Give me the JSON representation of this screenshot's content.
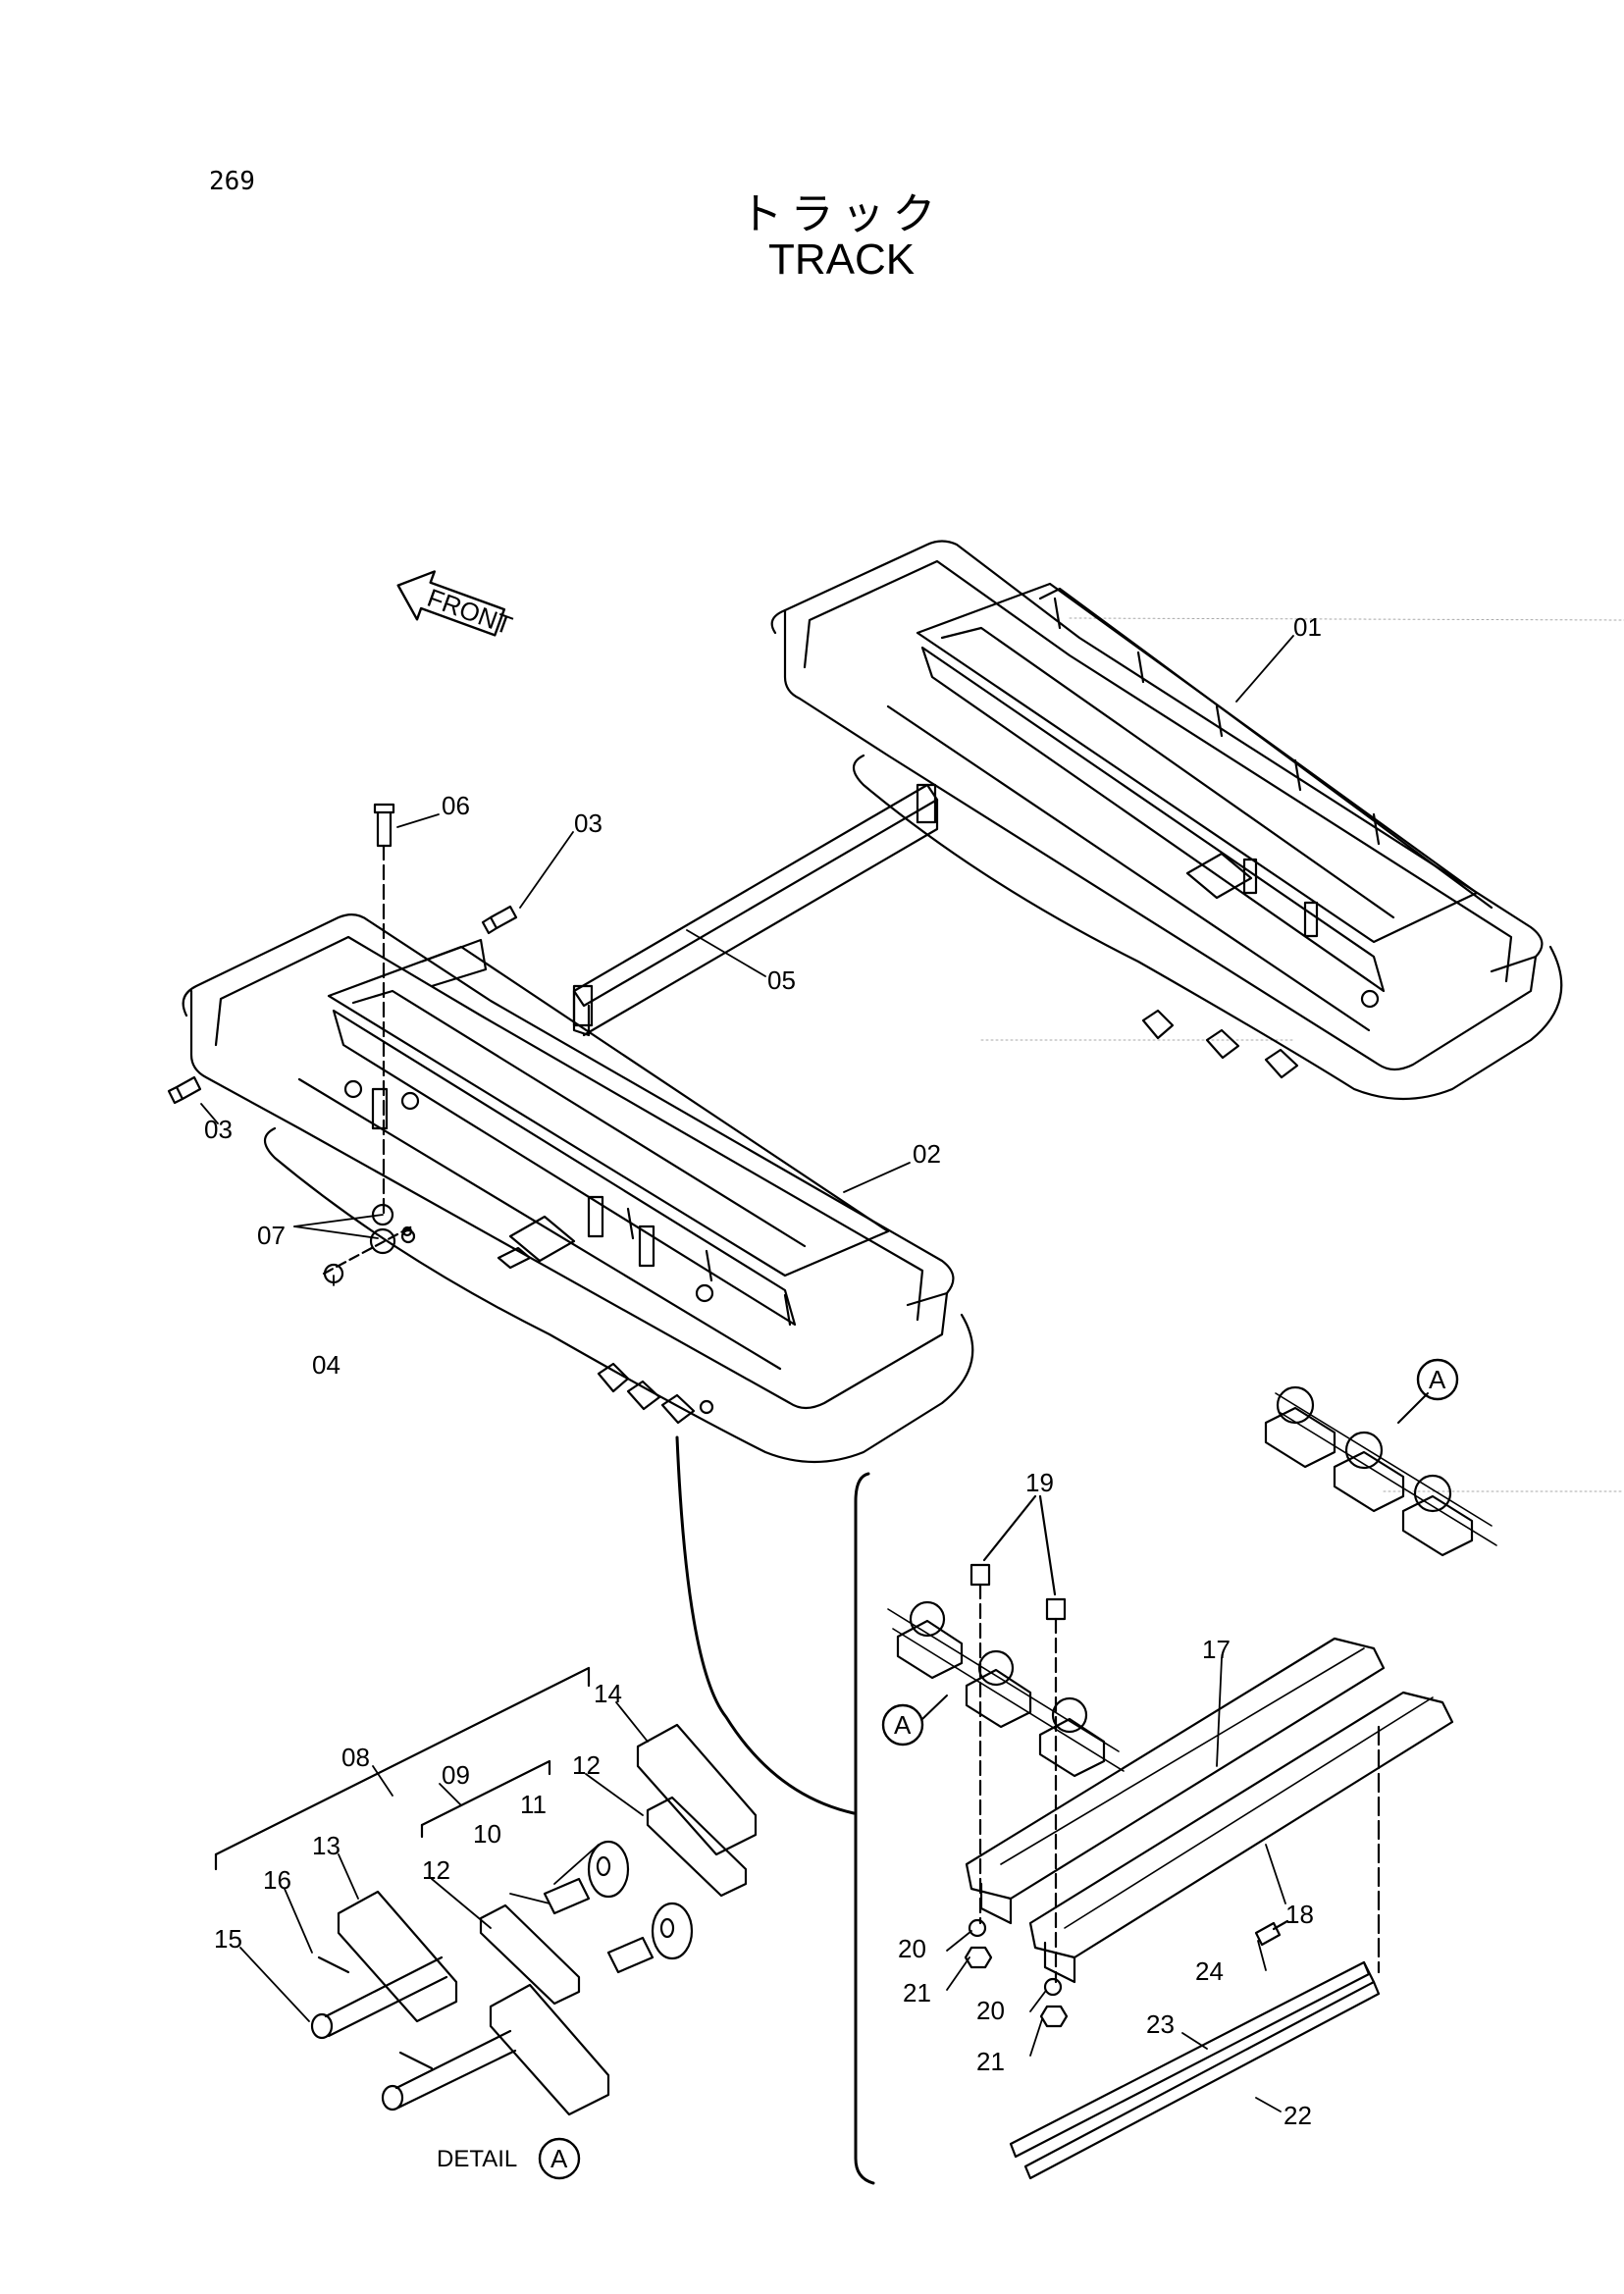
{
  "header": {
    "page_number": "269",
    "title_jp": "トラック",
    "title_en": "TRACK"
  },
  "front_arrow_label": "FRONT",
  "detail_marker": "A",
  "detail_caption": "DETAIL",
  "parts": {
    "p01": "01",
    "p02": "02",
    "p03a": "03",
    "p03b": "03",
    "p04": "04",
    "p05": "05",
    "p06": "06",
    "p07": "07",
    "p08": "08",
    "p09": "09",
    "p10": "10",
    "p11": "11",
    "p12a": "12",
    "p12b": "12",
    "p13": "13",
    "p14": "14",
    "p15": "15",
    "p16": "16",
    "p17": "17",
    "p18": "18",
    "p19": "19",
    "p20a": "20",
    "p20b": "20",
    "p21a": "21",
    "p21b": "21",
    "p22": "22",
    "p23": "23",
    "p24": "24"
  }
}
